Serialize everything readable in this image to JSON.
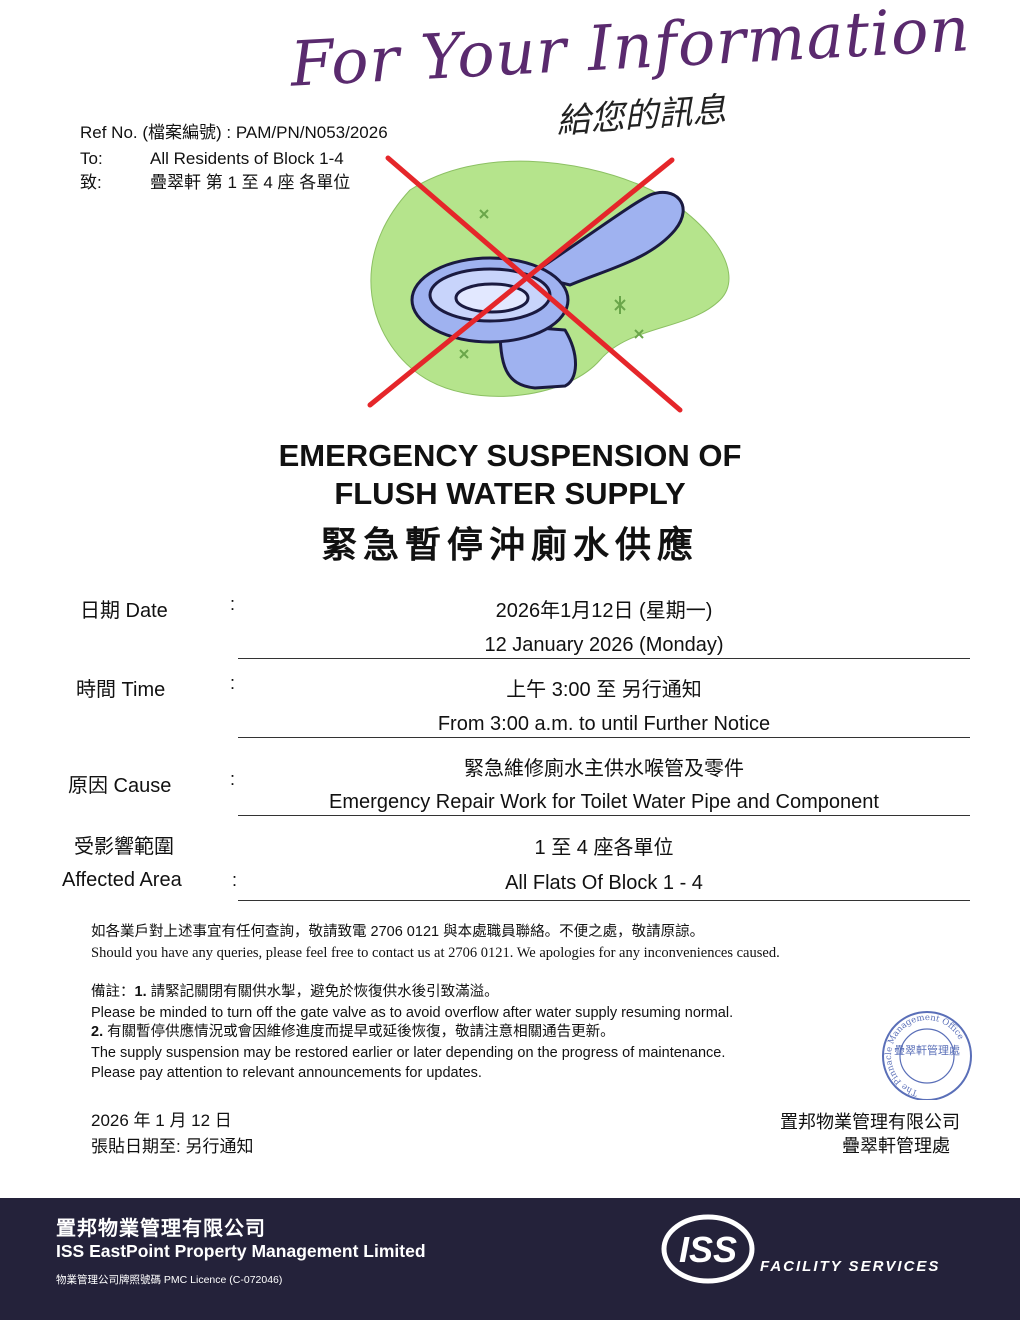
{
  "banner": {
    "title_en": "For Your Information",
    "title_zh": "給您的訊息"
  },
  "header": {
    "ref": "Ref No. (檔案編號) : PAM/PN/N053/2026",
    "to_label": "To:",
    "to_value": "All Residents of Block 1-4",
    "zh_label": "致:",
    "zh_value": "疊翠軒 第 1 至 4 座 各單位"
  },
  "illustration": {
    "icon": "no-toilet-flush-icon",
    "blob_color": "#b5e48c",
    "toilet_color": "#9fb2f0",
    "cross_color": "#e5262a"
  },
  "title": {
    "line1": "EMERGENCY SUSPENSION OF",
    "line2": "FLUSH WATER SUPPLY",
    "zh": "緊急暫停沖廁水供應"
  },
  "details": {
    "colon": ":",
    "date_label": "日期  Date",
    "date_zh": "2026年1月12日 (星期一)",
    "date_en": "12 January 2026 (Monday)",
    "time_label": "時間  Time",
    "time_zh": "上午 3:00 至 另行通知",
    "time_en": "From 3:00 a.m. to until Further Notice",
    "cause_label": "原因  Cause",
    "cause_zh": "緊急維修廁水主供水喉管及零件",
    "cause_en": "Emergency Repair Work for Toilet Water Pipe and Component",
    "area_label_zh": "受影響範圍",
    "area_label_en": "Affected Area",
    "area_zh": "1 至 4 座各單位",
    "area_en": "All Flats Of Block 1 - 4"
  },
  "enquiry": {
    "zh": "如各業戶對上述事宜有任何查詢，敬請致電 2706 0121 與本處職員聯絡。不便之處，敬請原諒。",
    "en": "Should you have any queries, please feel free to contact us at 2706 0121. We apologies for any inconveniences caused."
  },
  "remarks": {
    "prefix": "備註：",
    "n1": "1.",
    "r1_zh": " 請緊記關閉有關供水掣，避免於恢復供水後引致滿溢。",
    "r1_en": "Please be minded to turn off the gate valve as to avoid overflow after water supply resuming normal.",
    "n2": "2.",
    "r2_zh": " 有關暫停供應情況或會因維修進度而提早或延後恢復，敬請注意相關通告更新。",
    "r2_en_1": "The supply suspension may be restored earlier or later depending on the progress of maintenance.",
    "r2_en_2": "Please pay attention to relevant announcements for updates."
  },
  "stamp": {
    "ring_text": "The Pinnacle Management Office",
    "center_text": "疊翠軒管理處",
    "color": "#5a6fb8"
  },
  "signoff": {
    "date": "2026 年 1 月 12 日",
    "posting": "張貼日期至: 另行通知",
    "company": "置邦物業管理有限公司",
    "office": "疊翠軒管理處"
  },
  "footer": {
    "company_zh": "置邦物業管理有限公司",
    "company_en": "ISS EastPoint Property Management Limited",
    "licence": "物業管理公司牌照號碼  PMC Licence (C-072046)",
    "logo": "ISS",
    "services": "FACILITY SERVICES",
    "bg_color": "#24223a"
  }
}
